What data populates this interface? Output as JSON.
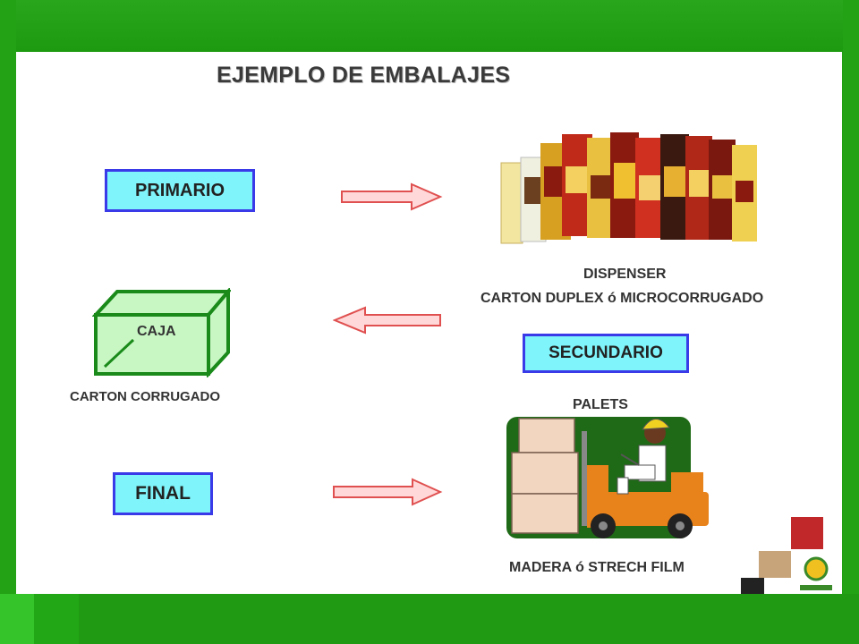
{
  "title": "EJEMPLO DE EMBALAJES",
  "labels": {
    "primario": "PRIMARIO",
    "secundario": "SECUNDARIO",
    "final": "FINAL"
  },
  "captions": {
    "dispenser": "DISPENSER",
    "dispenser_material": "CARTON DUPLEX ó MICROCORRUGADO",
    "caja": "CAJA",
    "caja_material": "CARTON  CORRUGADO",
    "palets": "PALETS",
    "palets_material": "MADERA ó STRECH FILM"
  },
  "colors": {
    "background": "#1f9e12",
    "label_fill": "#7ff5fb",
    "label_border": "#3a3ae8",
    "arrow_fill": "#ffd9d9",
    "arrow_stroke": "#e05050",
    "box_fill": "#c8f7c4",
    "box_stroke": "#1a8a1a"
  },
  "icons": {
    "dispenser_image": "product-boxes-illustration",
    "forklift_image": "forklift-worker-clipart",
    "logo": "corner-logo"
  }
}
